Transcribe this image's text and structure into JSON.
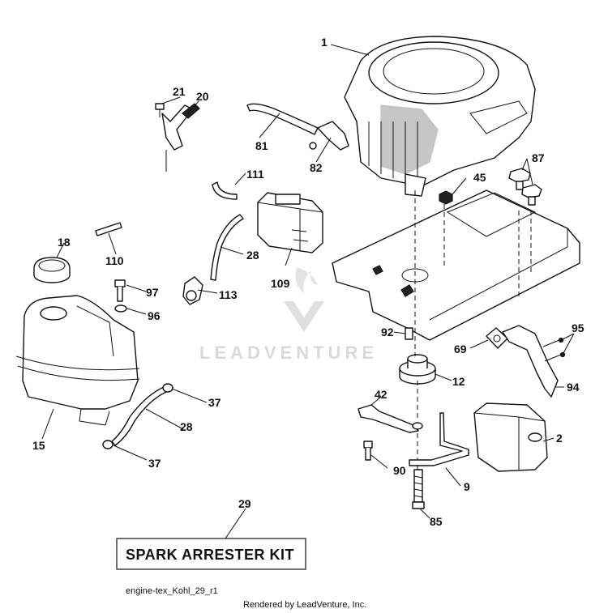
{
  "callouts": {
    "c1": "1",
    "c2": "2",
    "c9": "9",
    "c12": "12",
    "c15": "15",
    "c18": "18",
    "c20": "20",
    "c21": "21",
    "c28a": "28",
    "c28b": "28",
    "c29": "29",
    "c37a": "37",
    "c37b": "37",
    "c42": "42",
    "c45": "45",
    "c69": "69",
    "c81": "81",
    "c82": "82",
    "c85": "85",
    "c87": "87",
    "c90": "90",
    "c92": "92",
    "c94": "94",
    "c95": "95",
    "c96": "96",
    "c97": "97",
    "c109": "109",
    "c110": "110",
    "c111": "111",
    "c113": "113"
  },
  "kit_label": "SPARK ARRESTER KIT",
  "drawing_id": "engine-tex_Kohl_29_r1",
  "watermark": "LEADVENTURE",
  "footer": "Rendered by LeadVenture, Inc."
}
